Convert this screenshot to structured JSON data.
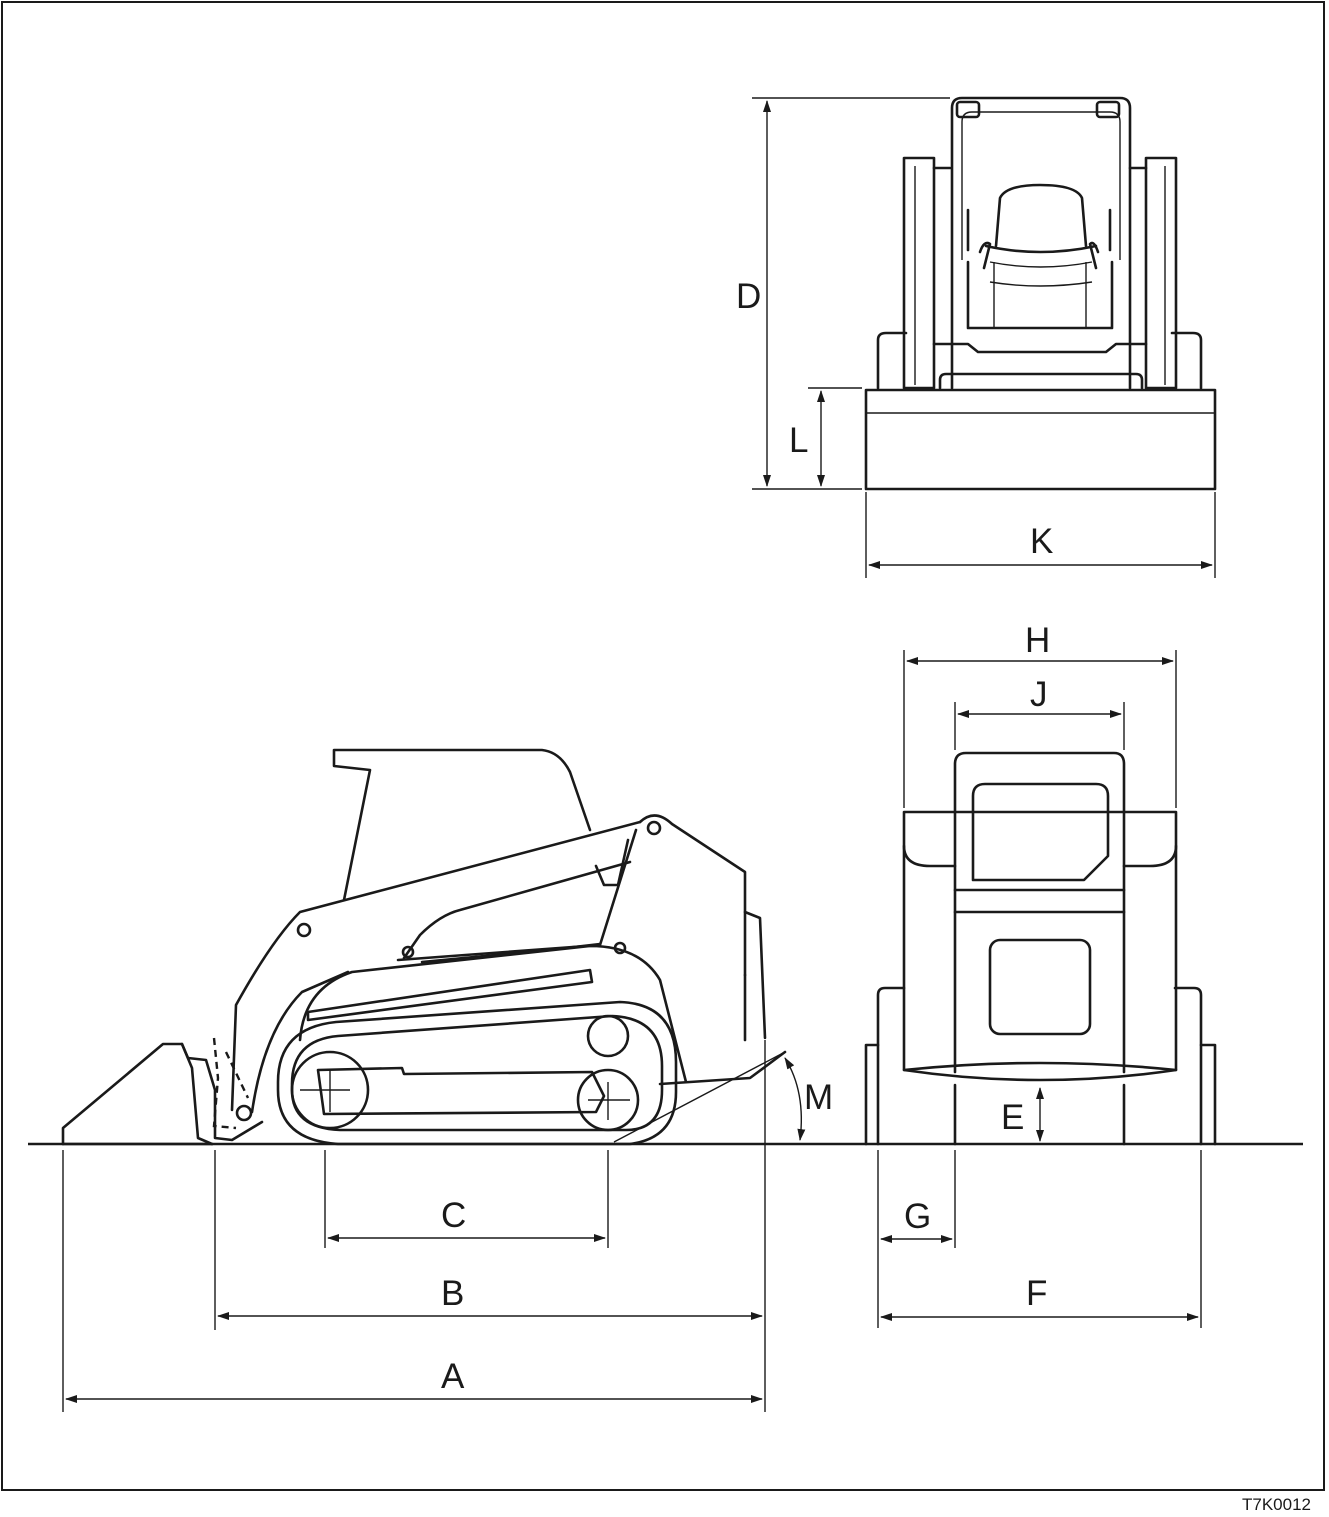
{
  "figure_code": "T7K0012",
  "dimension_labels": {
    "A": "A",
    "B": "B",
    "C": "C",
    "D": "D",
    "E": "E",
    "F": "F",
    "G": "G",
    "H": "H",
    "J": "J",
    "K": "K",
    "L": "L",
    "M": "M"
  }
}
